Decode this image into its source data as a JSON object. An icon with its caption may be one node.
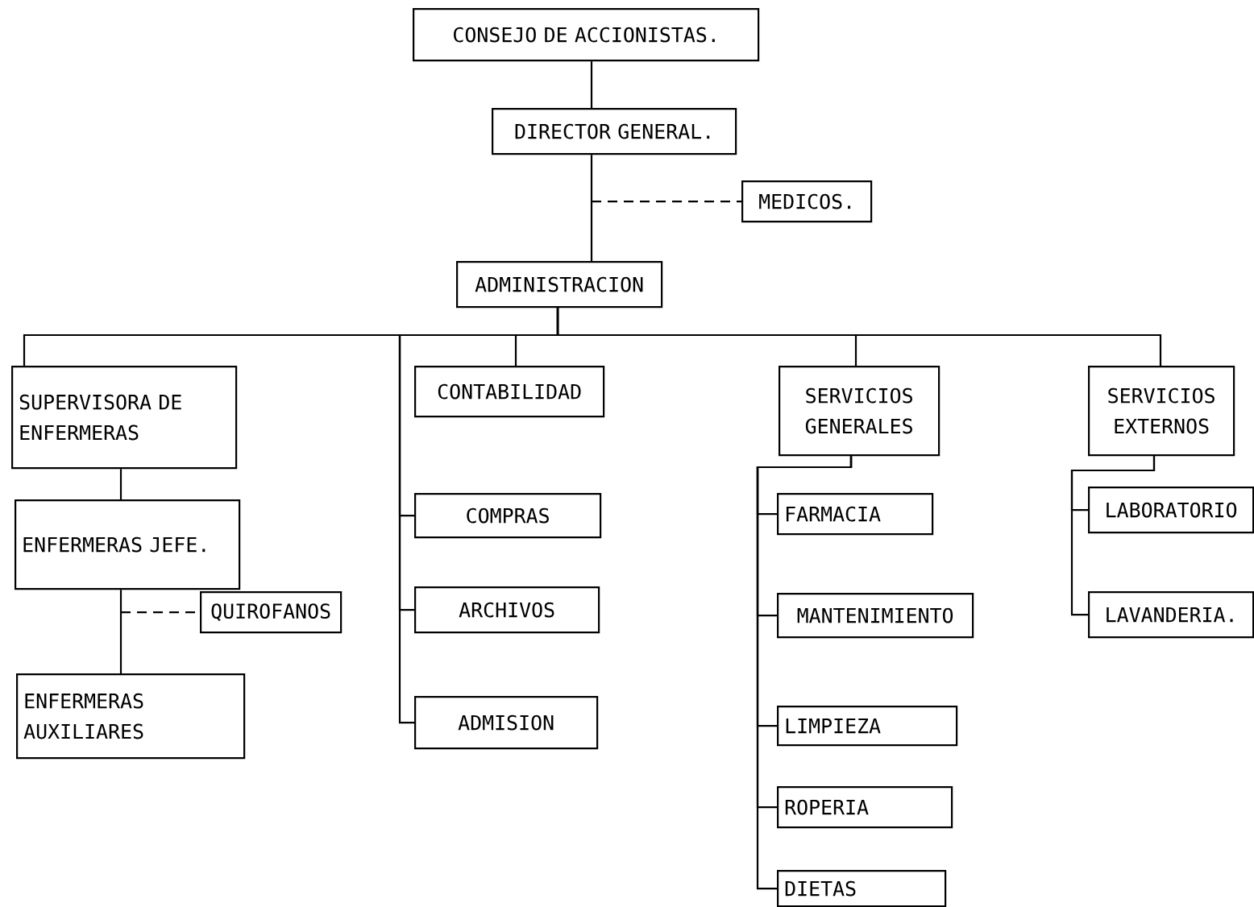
{
  "diagram": {
    "nodes": [
      {
        "text": [
          "CONSEJO DE ACCIONISTAS."
        ]
      },
      {
        "text": [
          "DIRECTOR GENERAL."
        ]
      },
      {
        "text": [
          "MEDICOS."
        ]
      },
      {
        "text": [
          "ADMINISTRACION"
        ]
      },
      {
        "text": [
          "SUPERVISORA DE ENFERMERAS"
        ]
      },
      {
        "text": [
          "CONTABILIDAD"
        ]
      },
      {
        "text": [
          "SERVICIOS GENERALES"
        ]
      },
      {
        "text": [
          "SERVICIOS EXTERNOS"
        ]
      },
      {
        "text": [
          "ENFERMERAS JEFE."
        ]
      },
      {
        "text": [
          "QUIROFANOS"
        ]
      },
      {
        "text": [
          "ENFERMERAS AUXILIARES"
        ]
      },
      {
        "text": [
          "COMPRAS"
        ]
      },
      {
        "text": [
          "ARCHIVOS"
        ]
      },
      {
        "text": [
          "ADMISION"
        ]
      },
      {
        "text": [
          "FARMACIA"
        ]
      },
      {
        "text": [
          "MANTENIMIENTO"
        ]
      },
      {
        "text": [
          "LIMPIEZA"
        ]
      },
      {
        "text": [
          "ROPERIA"
        ]
      },
      {
        "text": [
          "DIETAS"
        ]
      },
      {
        "text": [
          "LABORATORIO"
        ]
      },
      {
        "text": [
          "LAVANDERIA."
        ]
      }
    ],
    "edges": [
      {
        "from": 0,
        "to": 1,
        "arrow": "none"
      },
      {
        "from": 1,
        "to": 3,
        "arrow": "none"
      },
      {
        "from": 1,
        "to": 2,
        "arrow": "none",
        "style": "dashed"
      },
      {
        "from": 3,
        "to": 4,
        "arrow": "none"
      },
      {
        "from": 3,
        "to": 5,
        "arrow": "none"
      },
      {
        "from": 3,
        "to": 6,
        "arrow": "none"
      },
      {
        "from": 3,
        "to": 7,
        "arrow": "none"
      },
      {
        "from": 3,
        "to": 11,
        "arrow": "none"
      },
      {
        "from": 3,
        "to": 12,
        "arrow": "none"
      },
      {
        "from": 3,
        "to": 13,
        "arrow": "none"
      },
      {
        "from": 4,
        "to": 8,
        "arrow": "none"
      },
      {
        "from": 8,
        "to": 9,
        "arrow": "none",
        "style": "dashed"
      },
      {
        "from": 8,
        "to": 10,
        "arrow": "none"
      },
      {
        "from": 6,
        "to": 14,
        "arrow": "none"
      },
      {
        "from": 6,
        "to": 15,
        "arrow": "none"
      },
      {
        "from": 6,
        "to": 16,
        "arrow": "none"
      },
      {
        "from": 6,
        "to": 17,
        "arrow": "none"
      },
      {
        "from": 6,
        "to": 18,
        "arrow": "none"
      },
      {
        "from": 7,
        "to": 19,
        "arrow": "none"
      },
      {
        "from": 7,
        "to": 20,
        "arrow": "none"
      }
    ]
  }
}
